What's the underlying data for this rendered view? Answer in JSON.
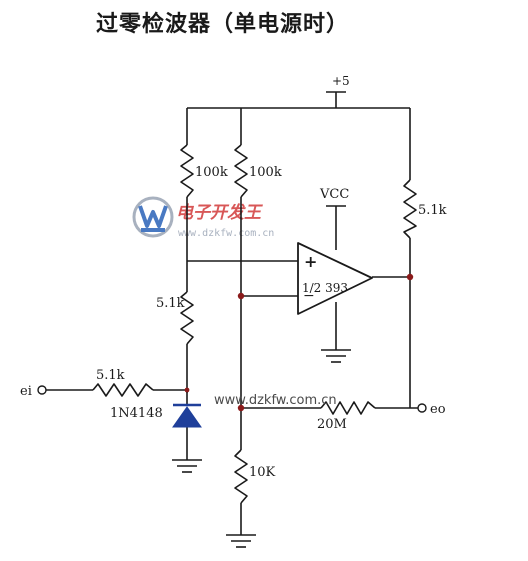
{
  "title": "过零检波器（单电源时）",
  "labels": {
    "supply": "+5",
    "vcc": "VCC",
    "r_top_left": "100k",
    "r_top_mid": "100k",
    "r_right": "5.1k",
    "r_mid_left": "5.1k",
    "r_input": "5.1k",
    "r_feedback": "20M",
    "r_bottom": "10K",
    "diode": "1N4148",
    "opamp": "1/2 393",
    "opamp_plus": "+",
    "opamp_minus": "−",
    "input": "ei",
    "output": "eo"
  },
  "watermark": {
    "brand_text": "电子开发王",
    "url_small": "www.dzkfw.com.cn",
    "url_center": "www.dzkfw.com.cn"
  },
  "colors": {
    "wire": "#1a1a1a",
    "node": "#8a1a1a",
    "diode": "#1f3f9a",
    "watermark_blue": "#2a62b8",
    "watermark_red": "#d23a3a",
    "watermark_gray": "#9aa4b4"
  }
}
